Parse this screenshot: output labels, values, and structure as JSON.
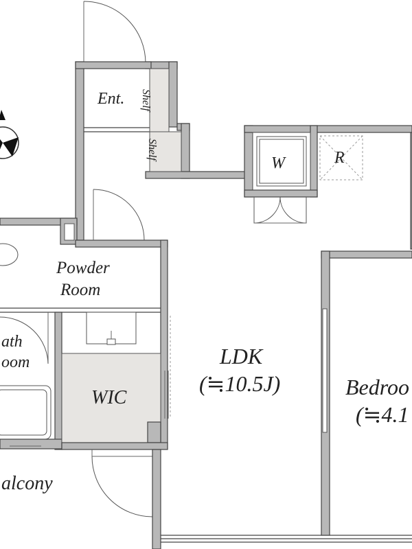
{
  "rooms": {
    "entrance": "Ent.",
    "shelf_1": "Shelf",
    "shelf_2": "Shelf",
    "washer": "W",
    "refrigerator": "R",
    "powder_room_line1": "Powder",
    "powder_room_line2": "Room",
    "bath_line1": "ath",
    "bath_line2": "oom",
    "wic": "WIC",
    "ldk": "LDK",
    "ldk_area": "(≒10.5J)",
    "bedroom": "Bedroo",
    "bedroom_area": "(≒4.1",
    "balcony": "alcony"
  },
  "colors": {
    "wall": "#b8b8b8",
    "wic_fill": "#e7e5e2",
    "line": "#444444"
  }
}
